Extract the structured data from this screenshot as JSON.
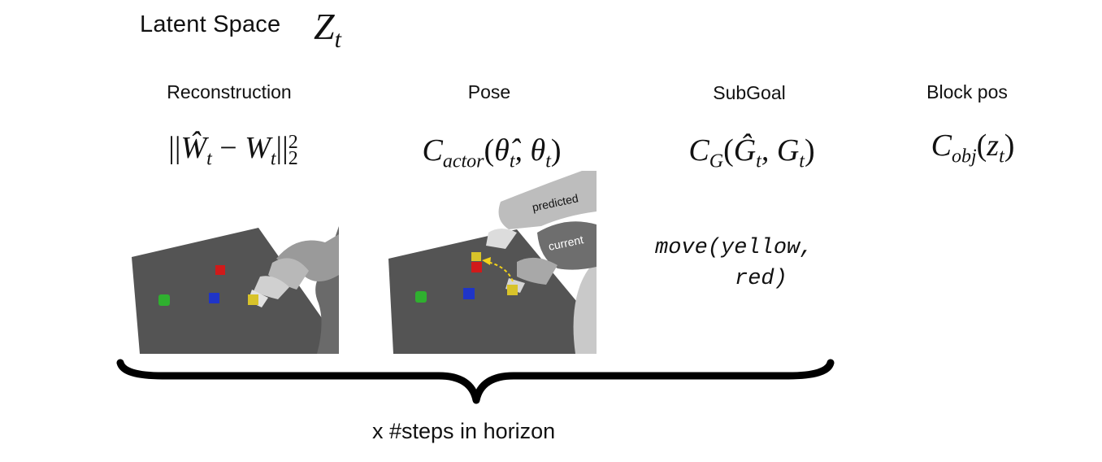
{
  "header": {
    "title": "Latent Space",
    "symbol_main": "Z",
    "symbol_sub": "t"
  },
  "columns": [
    {
      "label": "Reconstruction",
      "formula": "||Ŵ_t − W_t||²₂"
    },
    {
      "label": "Pose",
      "formula": "C_actor(θ̂_t, θ_t)"
    },
    {
      "label": "SubGoal",
      "formula": "C_G(Ĝ_t, G_t)"
    },
    {
      "label": "Block pos",
      "formula": "C_obj(z_t)"
    }
  ],
  "pose_image": {
    "label_predicted": "predicted",
    "label_current": "current"
  },
  "subgoal_code": {
    "line1": "move(yellow,",
    "line2": "red)"
  },
  "caption": "x #steps in horizon",
  "colors": {
    "table": "#545454",
    "block_red": "#d01a1a",
    "block_green": "#2fb02f",
    "block_blue": "#1f35c8",
    "block_yellow": "#d8c32a",
    "arrow": "#f2d21b",
    "brace": "#000000"
  }
}
